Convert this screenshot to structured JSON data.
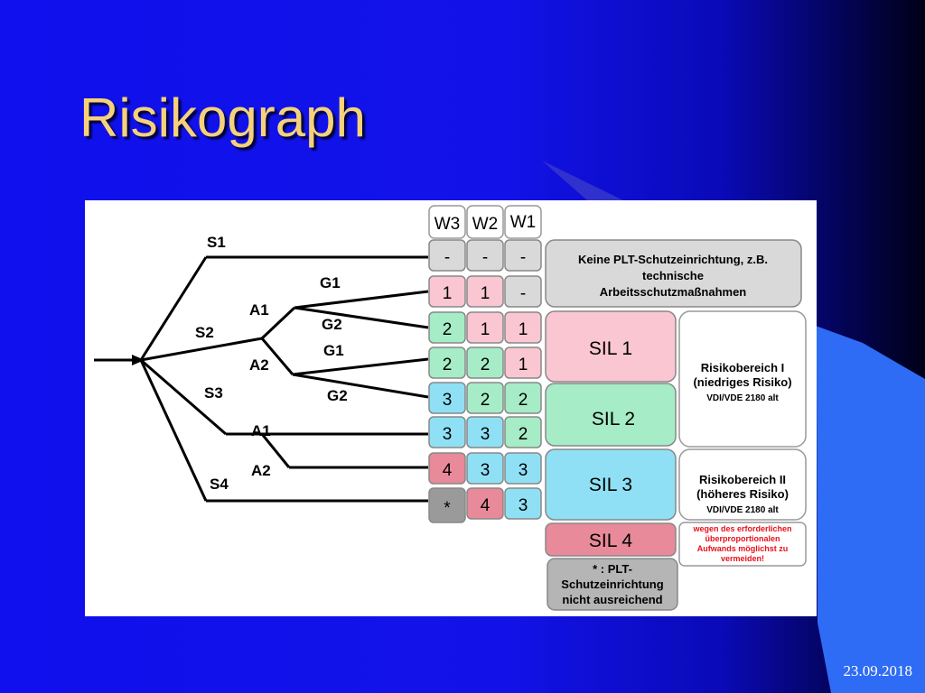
{
  "slide": {
    "title": "Risikograph",
    "date": "23.09.2018"
  },
  "graph": {
    "branch_labels": {
      "s1": "S1",
      "s2": "S2",
      "s3": "S3",
      "s4": "S4",
      "a1_upper": "A1",
      "a2_upper": "A2",
      "a1_lower": "A1",
      "a2_lower": "A2",
      "g1_upper": "G1",
      "g2_upper": "G2",
      "g1_lower": "G1",
      "g2_lower": "G2"
    },
    "columns": [
      "W3",
      "W2",
      "W1"
    ],
    "rows": [
      [
        "-",
        "-",
        "-"
      ],
      [
        "1",
        "1",
        "-"
      ],
      [
        "2",
        "1",
        "1"
      ],
      [
        "2",
        "2",
        "1"
      ],
      [
        "3",
        "2",
        "2"
      ],
      [
        "3",
        "3",
        "2"
      ],
      [
        "4",
        "3",
        "3"
      ],
      [
        "*",
        "4",
        "3"
      ]
    ],
    "cell_colors": {
      "none": "#d9d9d9",
      "1": "#f9c6d2",
      "2": "#a6ecc6",
      "3": "#8fe0f5",
      "4": "#e88a99",
      "star": "#9a9a9a"
    },
    "categories": {
      "keine": {
        "lines": [
          "Keine PLT-Schutzeinrichtung, z.B.",
          "technische",
          "Arbeitsschutzmaßnahmen"
        ],
        "color": "#d9d9d9"
      },
      "sil1": {
        "label": "SIL 1",
        "color": "#f9c6d2"
      },
      "sil2": {
        "label": "SIL 2",
        "color": "#a6ecc6"
      },
      "sil3": {
        "label": "SIL 3",
        "color": "#8fe0f5"
      },
      "sil4": {
        "label": "SIL 4",
        "color": "#e88a99"
      },
      "star_note": {
        "lines": [
          "* : PLT-",
          "Schutzeinrichtung",
          "nicht ausreichend"
        ],
        "color": "#b5b5b5"
      }
    },
    "risk_areas": {
      "r1": {
        "lines": [
          "Risikobereich I",
          "(niedriges Risiko)"
        ],
        "sub": "VDI/VDE 2180 alt"
      },
      "r2": {
        "lines": [
          "Risikobereich II",
          "(höheres Risiko)"
        ],
        "sub": "VDI/VDE 2180 alt"
      },
      "warning": {
        "lines": [
          "wegen des erforderlichen",
          "überproportionalen",
          "Aufwands möglichst zu",
          "vermeiden!"
        ],
        "color": "#e8101a"
      }
    }
  }
}
